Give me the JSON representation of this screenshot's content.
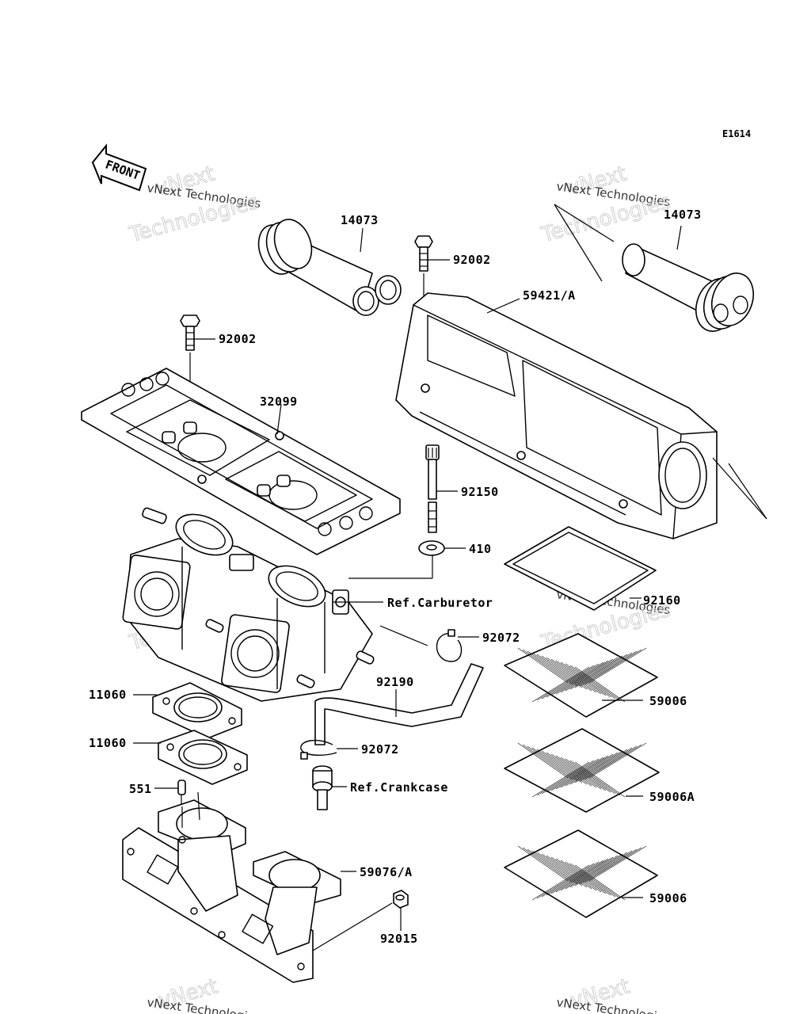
{
  "diagram_code": "E1614",
  "front_label": "FRONT",
  "watermark": {
    "line1": "vNext Technologies",
    "line2": "Technologies",
    "line3": "vNext"
  },
  "labels": {
    "p14073_left": "14073",
    "p14073_right": "14073",
    "p92002_top": "92002",
    "p92002_left": "92002",
    "p59421": "59421/A",
    "p32099": "32099",
    "p92150": "92150",
    "p410": "410",
    "ref_carburetor": "Ref.Carburetor",
    "p92160": "92160",
    "p92072_a": "92072",
    "p92190": "92190",
    "p59006_a": "59006",
    "p11060_a": "11060",
    "p11060_b": "11060",
    "p92072_b": "92072",
    "ref_crankcase": "Ref.Crankcase",
    "p59006A": "59006A",
    "p551": "551",
    "p59076": "59076/A",
    "p92015": "92015",
    "p59006_b": "59006"
  }
}
